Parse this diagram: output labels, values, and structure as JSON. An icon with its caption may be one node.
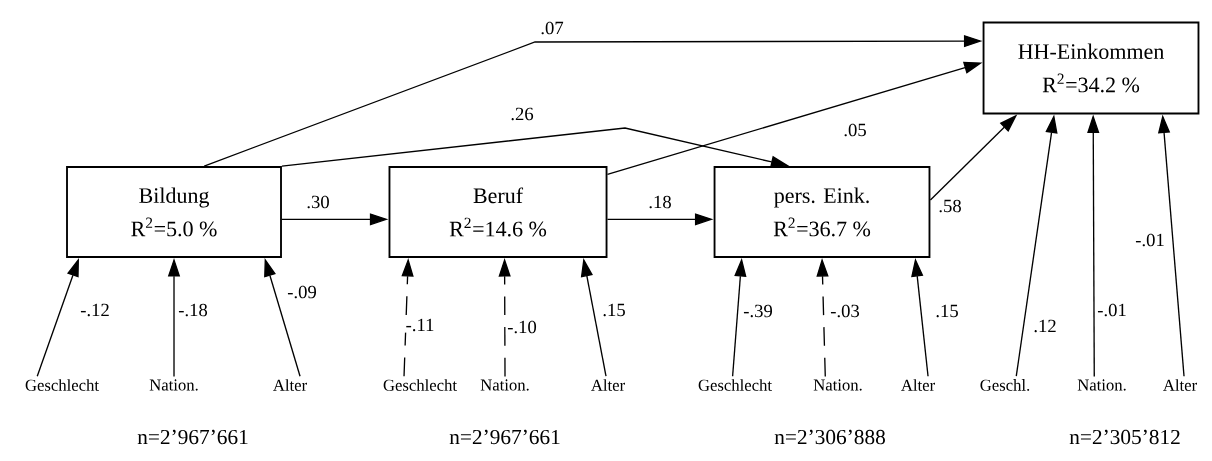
{
  "diagram": {
    "nodes": [
      {
        "text": [
          "Bildung",
          "R$^{2}$=5.0 %"
        ]
      },
      {
        "text": [
          "Beruf",
          "R$^{2}$=14.6 %"
        ]
      },
      {
        "text": [
          "pers. Eink.",
          "R$^{2}$=36.7 %"
        ]
      },
      {
        "text": [
          "HH-Einkommen",
          "R$^{2}$=34.2 %"
        ]
      },
      {
        "text": [
          "Geschlecht"
        ]
      },
      {
        "text": [
          "Nation."
        ]
      },
      {
        "text": [
          "Alter"
        ]
      },
      {
        "text": [
          "Geschlecht"
        ]
      },
      {
        "text": [
          "Nation."
        ]
      },
      {
        "text": [
          "Alter"
        ]
      },
      {
        "text": [
          "Geschlecht"
        ]
      },
      {
        "text": [
          "Nation."
        ]
      },
      {
        "text": [
          "Alter"
        ]
      },
      {
        "text": [
          "Geschl."
        ]
      },
      {
        "text": [
          "Nation."
        ]
      },
      {
        "text": [
          "Alter"
        ]
      }
    ],
    "edges": [
      {
        "from": 0,
        "to": 3,
        "arrow": "to",
        "label": ".07"
      },
      {
        "from": 0,
        "to": 2,
        "arrow": "to",
        "label": ".26"
      },
      {
        "from": 1,
        "to": 3,
        "arrow": "to",
        "label": ".05"
      },
      {
        "from": 0,
        "to": 1,
        "arrow": "to",
        "label": ".30"
      },
      {
        "from": 1,
        "to": 2,
        "arrow": "to",
        "label": ".18"
      },
      {
        "from": 2,
        "to": 3,
        "arrow": "to",
        "label": ".58"
      },
      {
        "from": 4,
        "to": 0,
        "arrow": "to",
        "label": "-.12"
      },
      {
        "from": 5,
        "to": 0,
        "arrow": "to",
        "label": "-.18"
      },
      {
        "from": 6,
        "to": 0,
        "arrow": "to",
        "label": "-.09"
      },
      {
        "from": 7,
        "to": 1,
        "arrow": "to",
        "label": "-.11",
        "style": "dashed"
      },
      {
        "from": 8,
        "to": 1,
        "arrow": "to",
        "label": "-.10",
        "style": "dashed"
      },
      {
        "from": 9,
        "to": 1,
        "arrow": "to",
        "label": ".15"
      },
      {
        "from": 10,
        "to": 2,
        "arrow": "to",
        "label": "-.39"
      },
      {
        "from": 11,
        "to": 2,
        "arrow": "to",
        "label": "-.03",
        "style": "dashed"
      },
      {
        "from": 12,
        "to": 2,
        "arrow": "to",
        "label": ".15"
      },
      {
        "from": 13,
        "to": 3,
        "arrow": "to",
        "label": ".12"
      },
      {
        "from": 14,
        "to": 3,
        "arrow": "to",
        "label": "-.01"
      },
      {
        "from": 15,
        "to": 3,
        "arrow": "to",
        "label": "-.01"
      }
    ],
    "labels": [
      "n=2’967’661",
      "n=2’967’661",
      "n=2’306’888",
      "n=2’305’812"
    ]
  }
}
